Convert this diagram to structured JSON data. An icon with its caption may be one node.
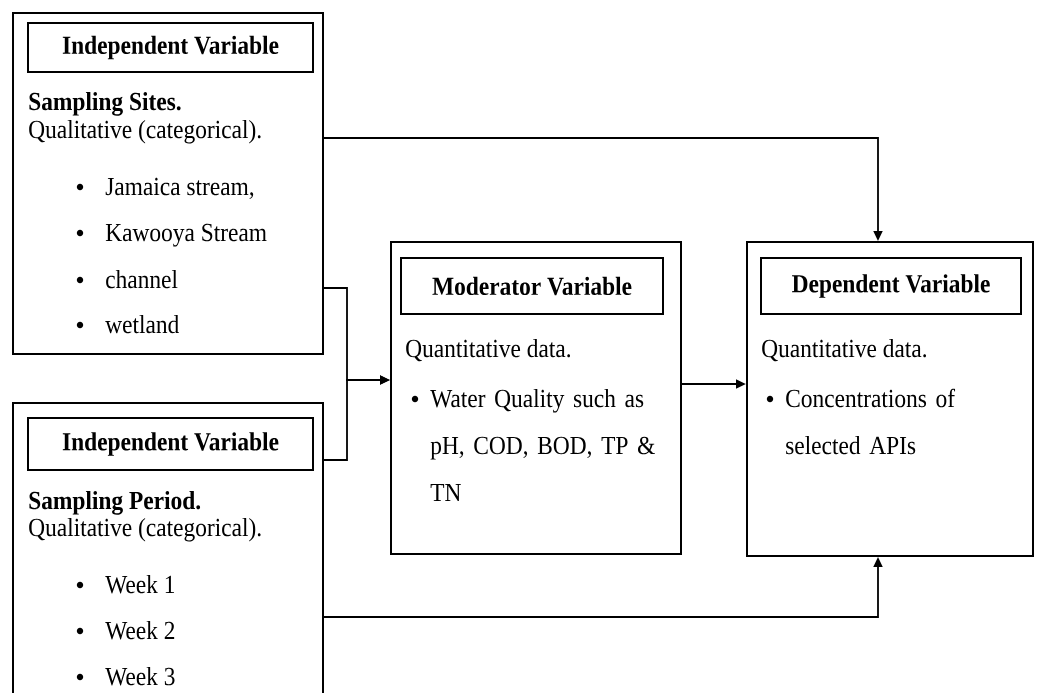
{
  "diagram": {
    "nodes": [
      {
        "text": [
          "Sampling Sites.",
          "Qualitative (categorical).",
          "Jamaica stream,",
          "Kawooya Stream",
          "channel",
          "wetland"
        ]
      },
      {
        "text": [
          "Independent Variable"
        ],
        "in": 0
      },
      {
        "text": [
          "Sampling Period.",
          "Qualitative (categorical).",
          "Week 1",
          "Week 2",
          "Week 3"
        ]
      },
      {
        "text": [
          "Independent Variable"
        ],
        "in": 2
      },
      {
        "text": [
          "Quantitative data.",
          "Water Quality such as pH, COD, BOD, TP & TN"
        ]
      },
      {
        "text": [
          "Moderator Variable"
        ],
        "in": 4
      },
      {
        "text": [
          "Quantitative data.",
          "Concentrations of selected APIs"
        ]
      },
      {
        "text": [
          "Dependent Variable"
        ],
        "in": 6
      }
    ],
    "edges": [
      {
        "from": 0,
        "to": 6,
        "arrow": "to"
      },
      {
        "from": 0,
        "to": 4,
        "arrow": "to"
      },
      {
        "from": 2,
        "to": 4,
        "arrow": "to"
      },
      {
        "from": 4,
        "to": 6,
        "arrow": "to"
      },
      {
        "from": 2,
        "to": 6,
        "arrow": "to"
      }
    ]
  }
}
